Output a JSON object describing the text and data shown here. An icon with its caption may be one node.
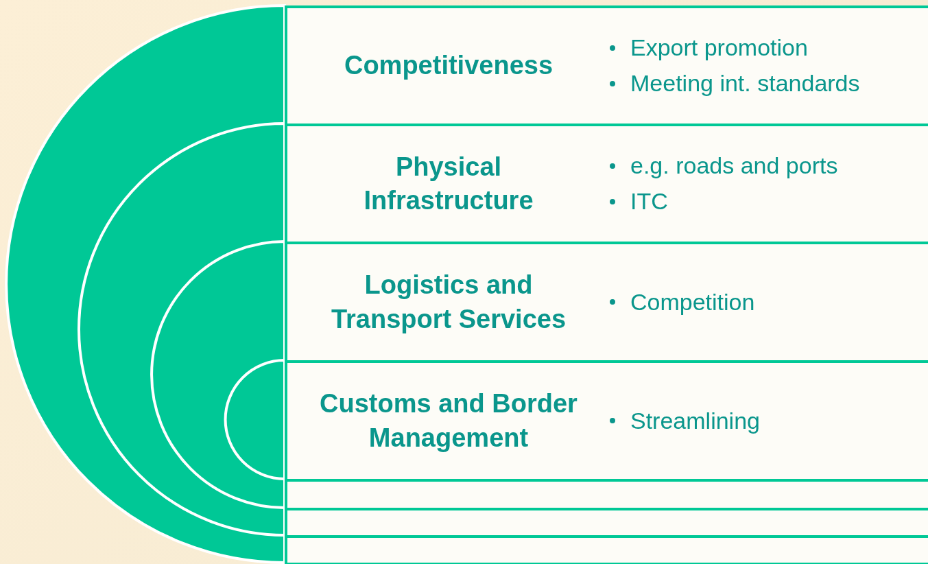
{
  "diagram": {
    "nodes": [
      {
        "text": [
          "Competitiveness",
          "Export promotion",
          "Meeting int. standards"
        ]
      },
      {
        "text": [
          "Physical Infrastructure",
          "e.g. roads and ports",
          "ITC"
        ]
      },
      {
        "text": [
          "Logistics  and Transport Services",
          "Competition"
        ]
      },
      {
        "text": [
          "Customs and Border Management",
          "Streamlining"
        ]
      },
      {
        "text": [],
        "shape": "box"
      },
      {
        "text": [],
        "shape": "box"
      },
      {
        "text": [],
        "shape": "box"
      }
    ]
  }
}
